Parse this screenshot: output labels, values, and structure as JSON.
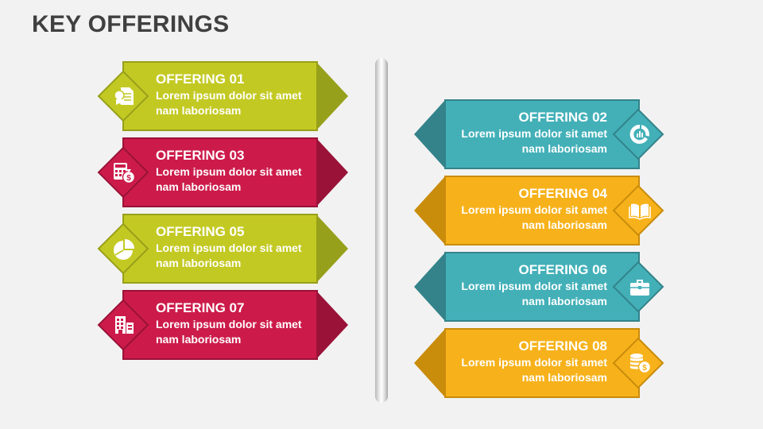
{
  "title": "KEY OFFERINGS",
  "colors": {
    "lime": "#c3c923",
    "lime_dark": "#97a01a",
    "crimson": "#cc1b4a",
    "crimson_dark": "#9a1238",
    "teal": "#43b0b8",
    "teal_dark": "#34838a",
    "amber": "#f7b21b",
    "amber_dark": "#c98c0b"
  },
  "left_column": [
    {
      "id": "01",
      "title": "OFFERING 01",
      "line1": "Lorem ipsum dolor sit amet",
      "line2": "nam laboriosam",
      "icon": "certificate-icon",
      "color": "lime"
    },
    {
      "id": "03",
      "title": "OFFERING 03",
      "line1": "Lorem ipsum dolor sit amet",
      "line2": "nam laboriosam",
      "icon": "calculator-money-bag-icon",
      "color": "crimson"
    },
    {
      "id": "05",
      "title": "OFFERING 05",
      "line1": "Lorem ipsum dolor sit amet",
      "line2": "nam laboriosam",
      "icon": "pie-chart-icon",
      "color": "lime"
    },
    {
      "id": "07",
      "title": "OFFERING 07",
      "line1": "Lorem ipsum dolor sit amet",
      "line2": "nam laboriosam",
      "icon": "buildings-icon",
      "color": "crimson"
    }
  ],
  "right_column": [
    {
      "id": "02",
      "title": "OFFERING 02",
      "line1": "Lorem ipsum dolor sit amet",
      "line2": "nam laboriosam",
      "icon": "donut-chart-icon",
      "color": "teal"
    },
    {
      "id": "04",
      "title": "OFFERING 04",
      "line1": "Lorem ipsum dolor sit amet",
      "line2": "nam laboriosam",
      "icon": "open-book-icon",
      "color": "amber"
    },
    {
      "id": "06",
      "title": "OFFERING 06",
      "line1": "Lorem ipsum dolor sit amet",
      "line2": "nam laboriosam",
      "icon": "briefcase-icon",
      "color": "teal"
    },
    {
      "id": "08",
      "title": "OFFERING 08",
      "line1": "Lorem ipsum dolor sit amet",
      "line2": "nam laboriosam",
      "icon": "coins-dollar-icon",
      "color": "amber"
    }
  ]
}
